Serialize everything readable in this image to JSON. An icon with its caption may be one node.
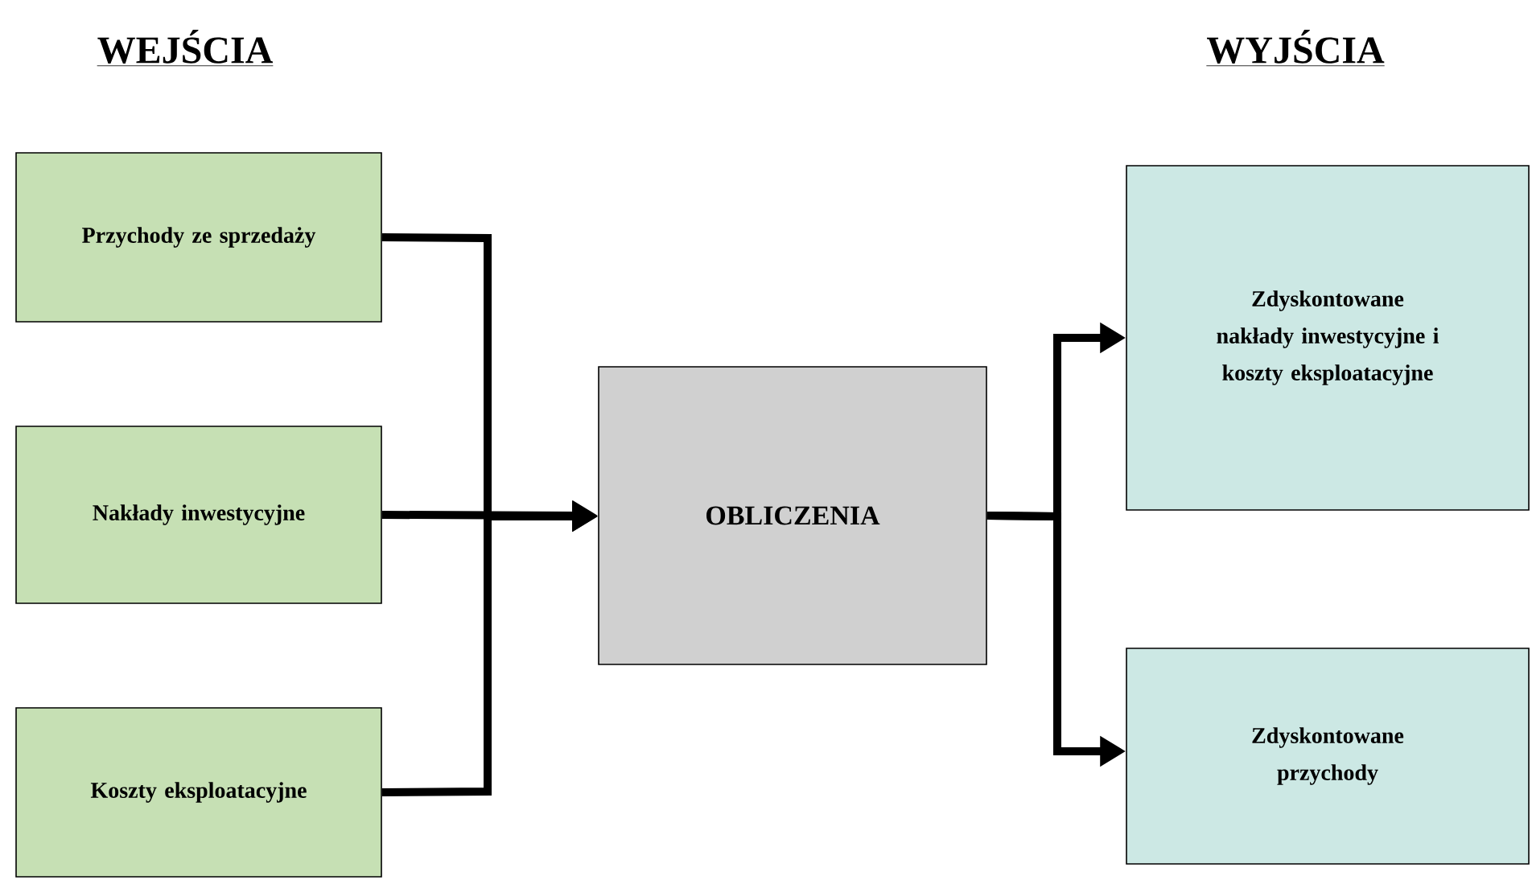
{
  "diagram": {
    "nodes": [
      {
        "text": [
          "Przychody ze sprzedaży"
        ]
      },
      {
        "text": [
          "Nakłady inwestycyjne"
        ]
      },
      {
        "text": [
          "Koszty eksploatacyjne"
        ]
      },
      {
        "text": [
          "OBLICZENIA"
        ]
      },
      {
        "text": [
          "Zdyskontowane nakłady inwestycyjne i koszty eksploatacyjne"
        ]
      },
      {
        "text": [
          "Zdyskontowane przychody"
        ]
      }
    ],
    "edges": [
      {
        "from": 0,
        "to": 3,
        "arrow": "to"
      },
      {
        "from": 1,
        "to": 3,
        "arrow": "to"
      },
      {
        "from": 2,
        "to": 3,
        "arrow": "to"
      },
      {
        "from": 3,
        "to": 4,
        "arrow": "to"
      },
      {
        "from": 3,
        "to": 5,
        "arrow": "to"
      }
    ],
    "labels": [
      "WEJŚCIA",
      "WYJŚCIA"
    ]
  }
}
